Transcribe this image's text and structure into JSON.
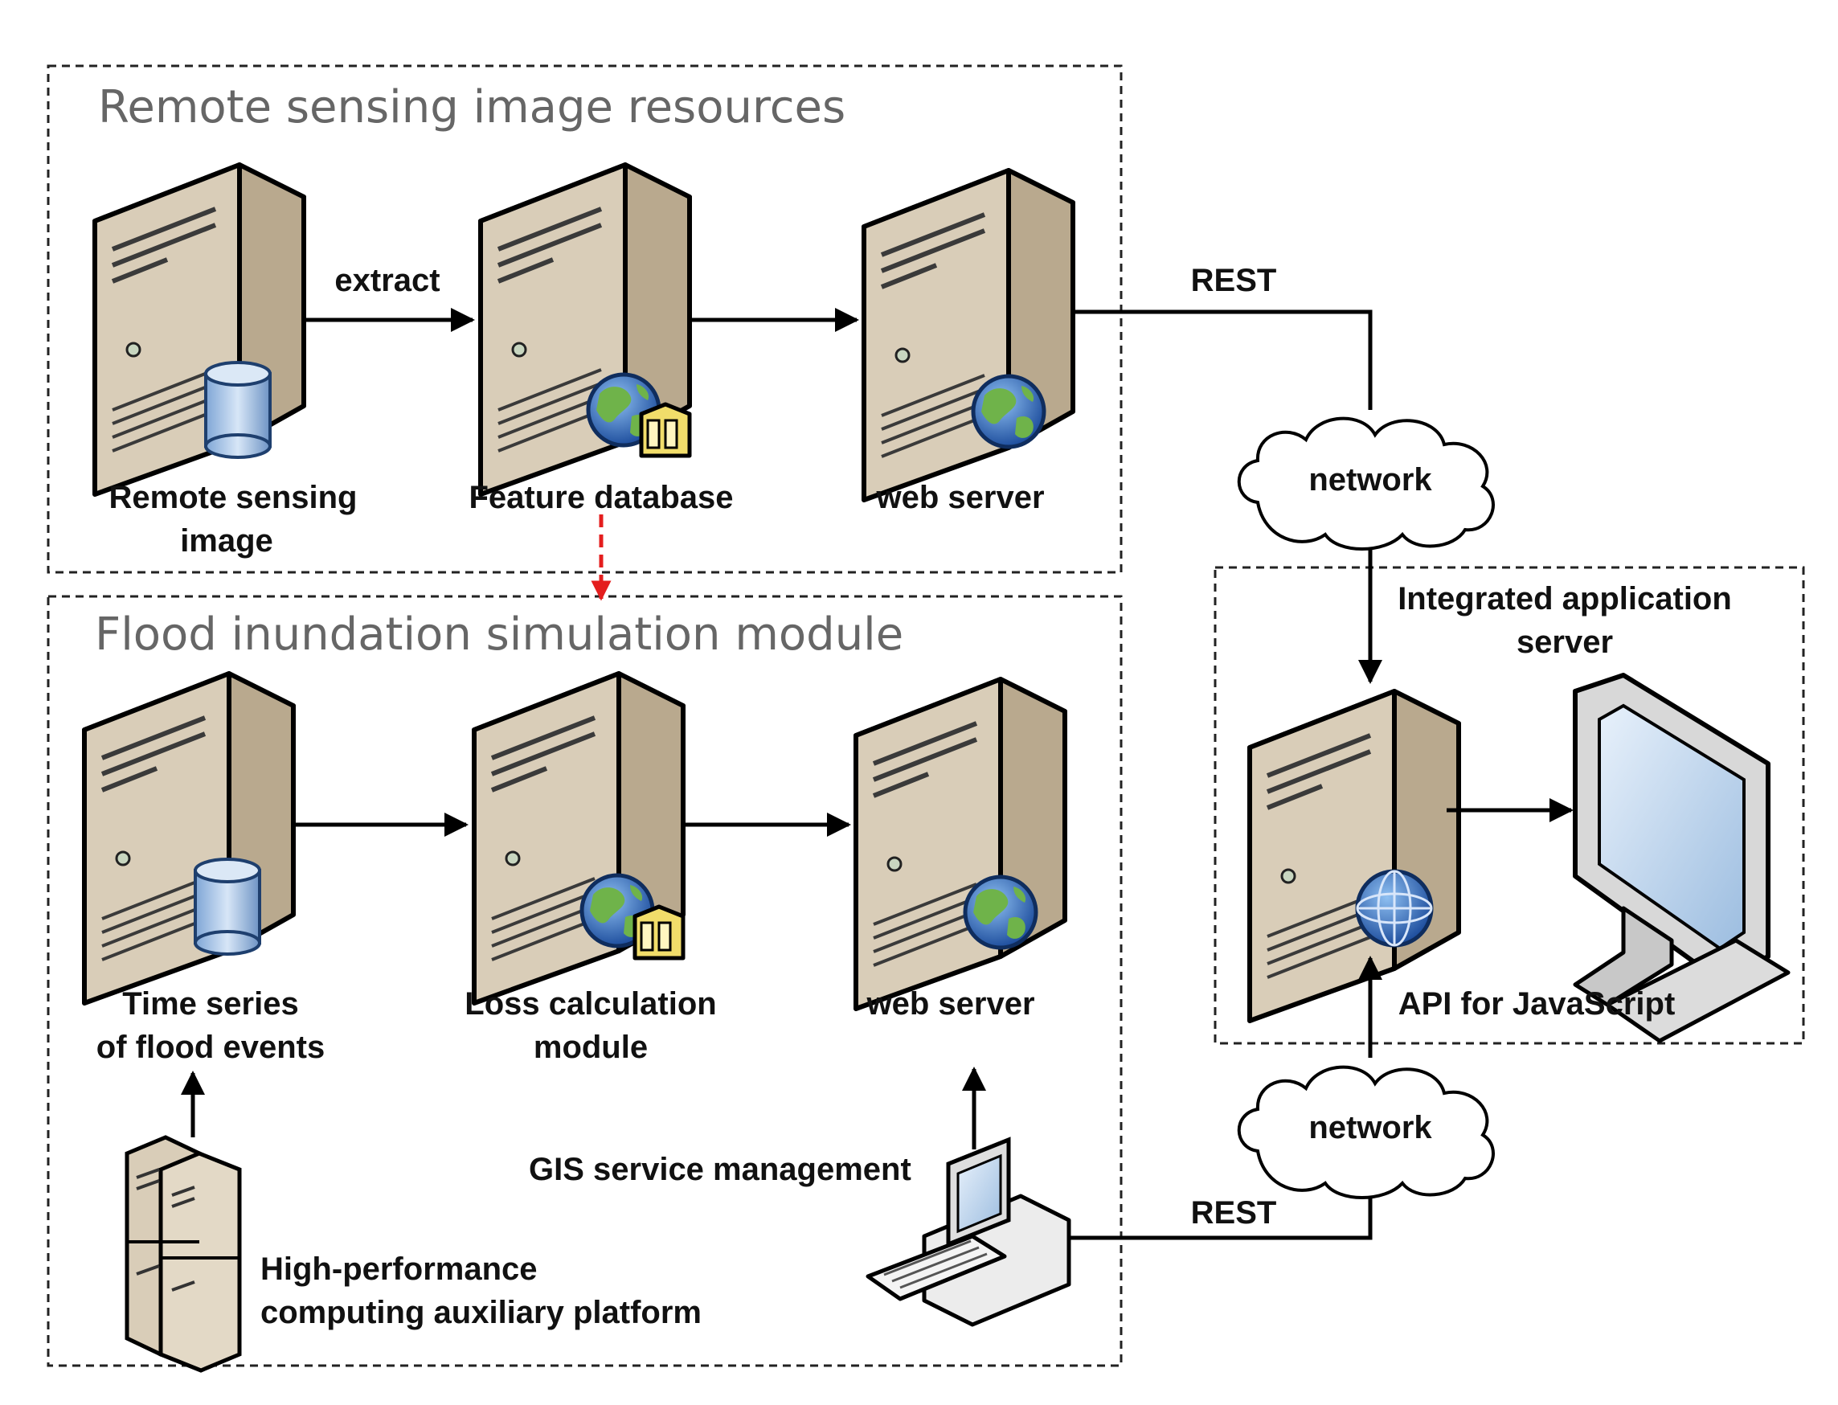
{
  "groups": {
    "remote": {
      "title": "Remote sensing image resources"
    },
    "flood": {
      "title": "Flood inundation simulation module"
    }
  },
  "nodes": {
    "rs_image": {
      "line1": "Remote sensing",
      "line2": "image"
    },
    "feature_db": {
      "label": "Feature database"
    },
    "web_server_top": {
      "label": "web server"
    },
    "time_series": {
      "line1": "Time series",
      "line2": "of flood events"
    },
    "loss_calc": {
      "line1": "Loss calculation",
      "line2": "module"
    },
    "web_server_bottom": {
      "label": "web server"
    },
    "hpc": {
      "line1": "High-performance",
      "line2": "computing auxiliary platform"
    },
    "gis_mgmt": {
      "label": "GIS service management"
    },
    "integrated": {
      "line1": "Integrated application",
      "line2": "server"
    },
    "api": {
      "label": "API for JavaScript"
    },
    "network_top": {
      "label": "network"
    },
    "network_bottom": {
      "label": "network"
    }
  },
  "edges": {
    "extract": "extract",
    "rest_top": "REST",
    "rest_bottom": "REST"
  },
  "colors": {
    "server_front": "#d9cdb8",
    "server_side": "#b9a98e",
    "server_top": "#ece4d6",
    "dashed_arrow": "#e41e1e",
    "db_blue": "#a9c7e8",
    "globe_blue": "#3b74c7",
    "globe_green": "#6fb34a"
  }
}
